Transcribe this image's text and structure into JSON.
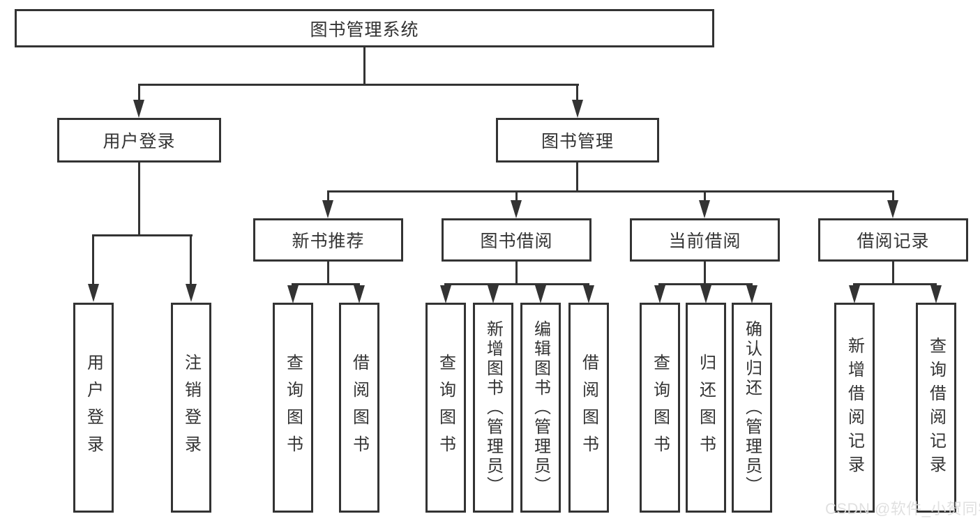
{
  "diagram": {
    "title_root": "图书管理系统",
    "level2": {
      "user_login": "用户登录",
      "book_management": "图书管理"
    },
    "level3": {
      "new_book_recommend": "新书推荐",
      "book_borrow": "图书借阅",
      "current_borrow": "当前借阅",
      "borrow_records": "借阅记录"
    },
    "leaves": {
      "user_login": [
        "用户登录",
        "注销登录"
      ],
      "new_book_recommend": [
        "查询图书",
        "借阅图书"
      ],
      "book_borrow": [
        "查询图书",
        "新增图书（管理员）",
        "编辑图书（管理员）",
        "借阅图书"
      ],
      "current_borrow": [
        "查询图书",
        "归还图书",
        "确认归还（管理员）"
      ],
      "borrow_records": [
        "新增借阅记录",
        "查询借阅记录"
      ]
    },
    "colors": {
      "line": "#333333",
      "text": "#333333",
      "background": "#ffffff",
      "watermark": "#dddddd"
    }
  },
  "watermark": {
    "text": "CSDN @软件_小贺同学"
  }
}
